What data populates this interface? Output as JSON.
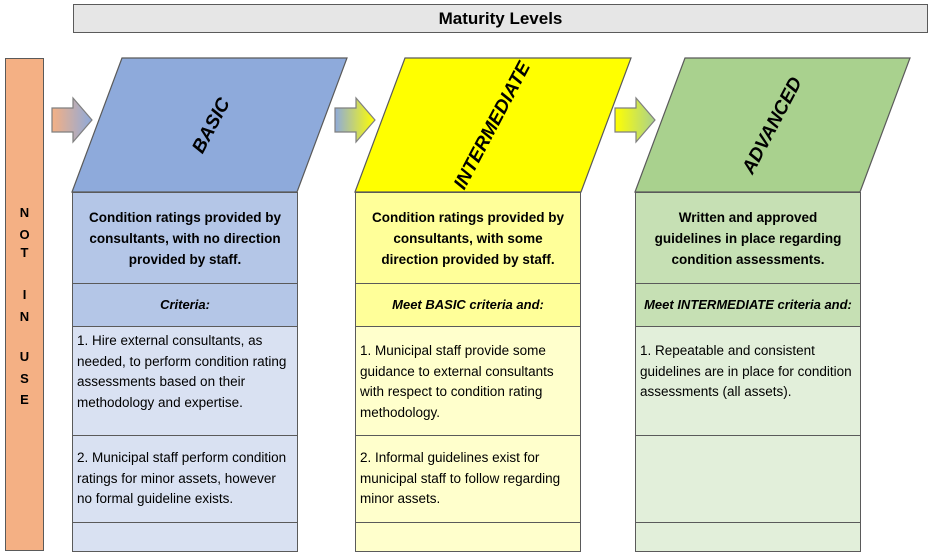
{
  "header": {
    "title": "Maturity Levels"
  },
  "side_bar": {
    "letters": [
      "N",
      "O",
      "T",
      "I",
      "N",
      "U",
      "S",
      "E"
    ]
  },
  "colors": {
    "not_in_use": "#f4b084",
    "basic": "#8eaadb",
    "intermediate": "#ffff00",
    "advanced": "#a9d18e"
  },
  "levels": [
    {
      "name": "BASIC",
      "description": "Condition ratings provided by consultants, with no direction provided by staff.",
      "criteria": "Criteria:",
      "items": [
        "1.  Hire external consultants, as needed, to perform condition rating assessments based on their methodology and expertise.",
        "2. Municipal staff perform condition ratings for minor assets, however no formal guideline exists.",
        ""
      ]
    },
    {
      "name": "INTERMEDIATE",
      "description": "Condition ratings provided by consultants, with some direction provided by staff.",
      "criteria": "Meet BASIC criteria and:",
      "items": [
        "1.  Municipal staff provide some guidance to external consultants with respect to condition rating methodology.",
        "2. Informal guidelines exist for municipal staff to follow regarding minor assets.",
        ""
      ]
    },
    {
      "name": "ADVANCED",
      "description": "Written and approved guidelines in place regarding condition assessments.",
      "criteria": "Meet INTERMEDIATE criteria and:",
      "items": [
        "1.  Repeatable and consistent guidelines are in place for condition assessments (all assets).",
        "",
        ""
      ]
    }
  ]
}
